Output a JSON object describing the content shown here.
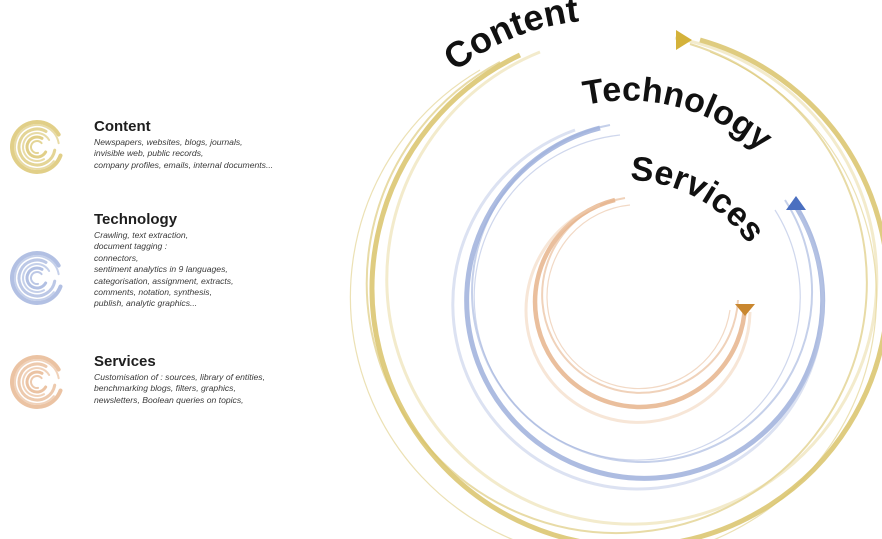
{
  "legend": [
    {
      "title": "Content",
      "lines": [
        "Newspapers, websites, blogs, journals,",
        "invisible web, public records,",
        "company profiles, emails, internal documents..."
      ],
      "color": "#d9c36a"
    },
    {
      "title": "Technology",
      "lines": [
        "Crawling, text extraction,",
        "document tagging :",
        "connectors,",
        "sentiment analytics in 9 languages,",
        "categorisation, assignment, extracts,",
        "comments, notation, synthesis,",
        "publish, analytic graphics..."
      ],
      "color": "#9fb0dc"
    },
    {
      "title": "Services",
      "lines": [
        "Customisation of : sources, library of entities,",
        "benchmarking blogs, filters, graphics,",
        "newsletters, Boolean queries on topics,"
      ],
      "color": "#e6b48c"
    }
  ],
  "diagram": {
    "rings": [
      {
        "label": "Content",
        "color": "#d9c36a",
        "arrow_color": "#d4b23a",
        "icon": "triangle-arrow-icon"
      },
      {
        "label": "Technology",
        "color": "#9fb0dc",
        "arrow_color": "#4a6fc0",
        "icon": "triangle-arrow-icon"
      },
      {
        "label": "Services",
        "color": "#e6b48c",
        "arrow_color": "#c9872f",
        "icon": "triangle-arrow-icon"
      }
    ]
  }
}
